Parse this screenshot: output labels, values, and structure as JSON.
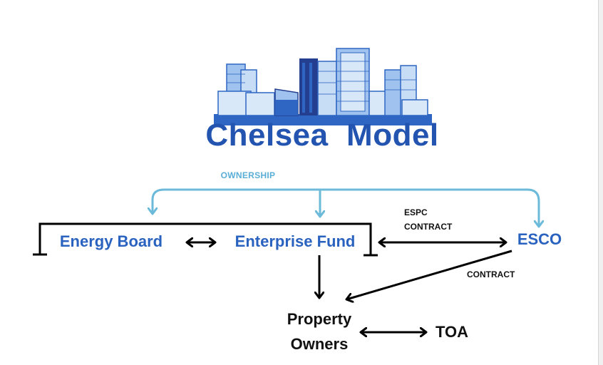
{
  "title": "Chelsea  Model",
  "logo": {
    "icon": "city-buildings-icon",
    "colors": {
      "dark": "#243f8f",
      "mid": "#2f66c4",
      "light": "#9fc3ee",
      "pale": "#d8e8f8"
    }
  },
  "nodes": {
    "energy_board": "Energy Board",
    "enterprise_fund": "Enterprise Fund",
    "esco": "ESCO",
    "property_owners_line1": "Property",
    "property_owners_line2": "Owners",
    "toa": "TOA"
  },
  "edges": {
    "ownership": "OWNERSHIP",
    "espc_line1": "ESPC",
    "espc_line2": "CONTRACT",
    "contract": "CONTRACT"
  },
  "colors": {
    "title": "#2254b0",
    "node_blue": "#2a62bf",
    "ownership": "#6cbad9",
    "connector": "#000000"
  }
}
